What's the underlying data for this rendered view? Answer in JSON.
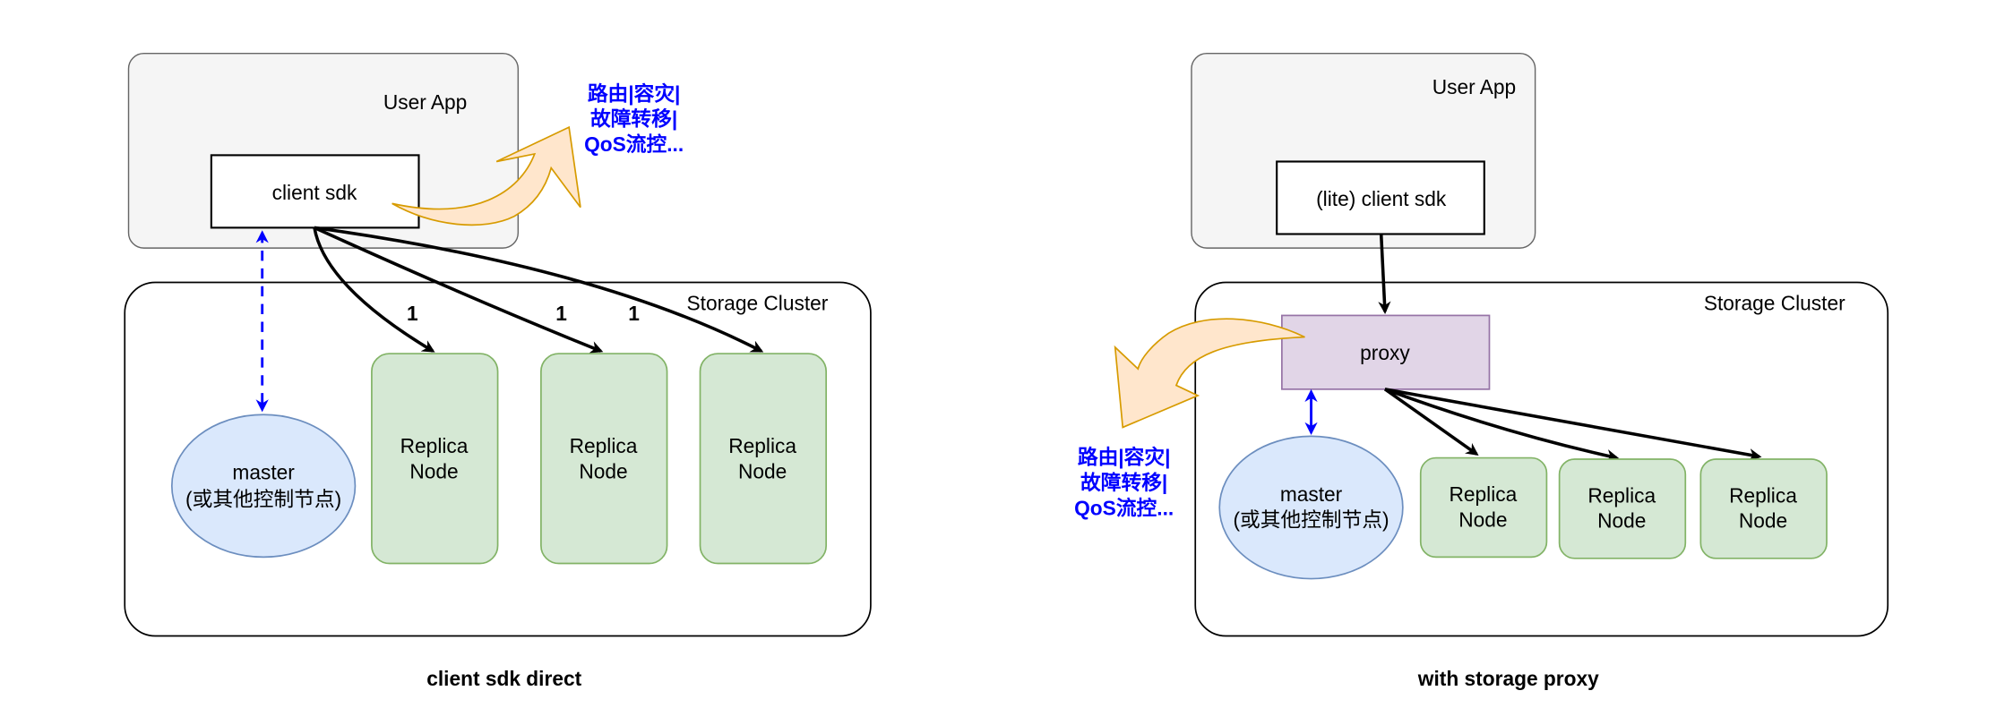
{
  "diagrams": [
    {
      "caption": "client sdk direct",
      "user_app": {
        "label": "User App",
        "client": "client sdk"
      },
      "cluster": {
        "label": "Storage Cluster"
      },
      "master": {
        "line1": "master",
        "line2": "(或其他控制节点)"
      },
      "replicas": [
        {
          "line1": "Replica",
          "line2": "Node"
        },
        {
          "line1": "Replica",
          "line2": "Node"
        },
        {
          "line1": "Replica",
          "line2": "Node"
        }
      ],
      "edge_labels": [
        "1",
        "1",
        "1"
      ],
      "features": [
        "路由|容灾|",
        "故障转移|",
        "QoS流控..."
      ]
    },
    {
      "caption": "with storage proxy",
      "user_app": {
        "label": "User App",
        "client": "(lite) client sdk"
      },
      "cluster": {
        "label": "Storage Cluster"
      },
      "proxy": {
        "label": "proxy"
      },
      "master": {
        "line1": "master",
        "line2": "(或其他控制节点)"
      },
      "replicas": [
        {
          "line1": "Replica",
          "line2": "Node"
        },
        {
          "line1": "Replica",
          "line2": "Node"
        },
        {
          "line1": "Replica",
          "line2": "Node"
        }
      ],
      "features": [
        "路由|容灾|",
        "故障转移|",
        "QoS流控..."
      ]
    }
  ],
  "colors": {
    "user_app_fill": "#f5f5f5",
    "user_app_stroke": "#666666",
    "replica_fill": "#d5e8d4",
    "replica_stroke": "#82b366",
    "master_fill": "#dae8fc",
    "master_stroke": "#6c8ebf",
    "proxy_fill": "#e1d5e7",
    "proxy_stroke": "#9673a6",
    "arrow_fill": "#ffe6cc",
    "arrow_stroke": "#d79b00",
    "feature_text": "#0000ff"
  }
}
